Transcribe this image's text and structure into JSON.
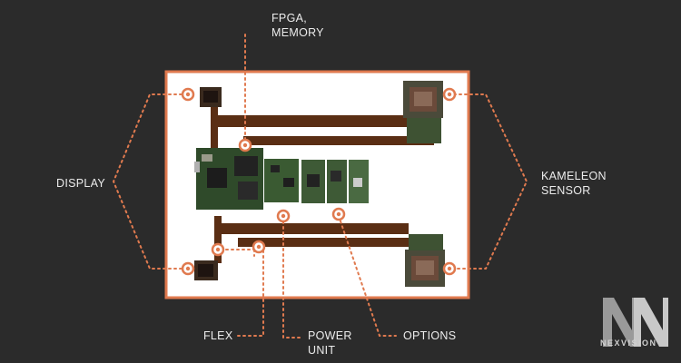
{
  "labels": {
    "fpga_line1": "FPGA,",
    "fpga_line2": "MEMORY",
    "display": "DISPLAY",
    "kameleon_line1": "KAMELEON",
    "kameleon_line2": "SENSOR",
    "flex": "FLEX",
    "power_line1": "POWER",
    "power_line2": "UNIT",
    "options": "OPTIONS"
  },
  "logo": {
    "text": "NEXVISION",
    "mark": "NN-logo-icon"
  },
  "colors": {
    "background": "#2b2b2b",
    "accent": "#e07a4f",
    "frame": "#e07a4f",
    "photo_bg": "#ffffff",
    "text": "#ececec",
    "flex_cable": "#5a2e14",
    "pcb_green": "#2f4a2a"
  },
  "icons": [
    "photo-of-electronics",
    "nexvision-logo-icon"
  ]
}
